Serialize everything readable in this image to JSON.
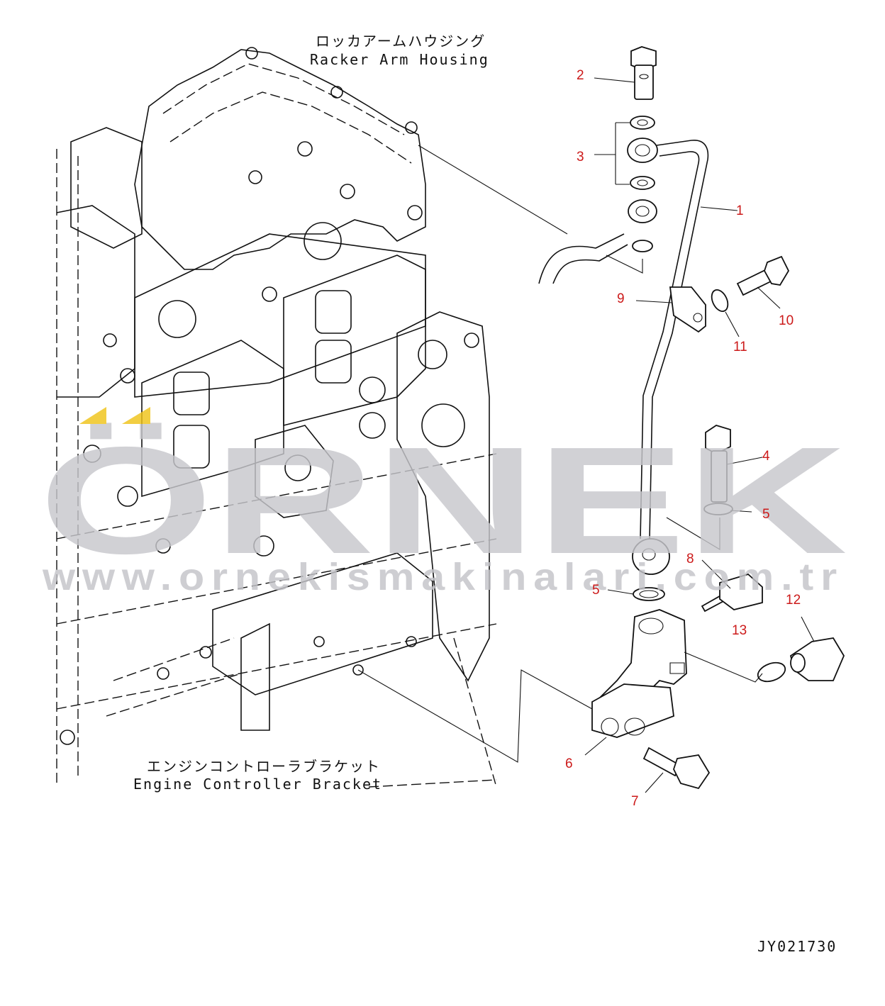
{
  "labels": {
    "rocker_jp": "ロッカアームハウジング",
    "rocker_en": "Racker Arm Housing",
    "bracket_jp": "エンジンコントローラブラケット",
    "bracket_en": "Engine Controller Bracket",
    "drawing_no": "JY021730"
  },
  "watermark": {
    "brand": "ÖRNEK",
    "url": "www.ornekismakinalari.com.tr"
  },
  "callouts": [
    {
      "id": "c1",
      "text": "1"
    },
    {
      "id": "c2",
      "text": "2"
    },
    {
      "id": "c3",
      "text": "3"
    },
    {
      "id": "c4",
      "text": "4"
    },
    {
      "id": "c5a",
      "text": "5"
    },
    {
      "id": "c5b",
      "text": "5"
    },
    {
      "id": "c6",
      "text": "6"
    },
    {
      "id": "c7",
      "text": "7"
    },
    {
      "id": "c8",
      "text": "8"
    },
    {
      "id": "c9",
      "text": "9"
    },
    {
      "id": "c10",
      "text": "10"
    },
    {
      "id": "c11",
      "text": "11"
    },
    {
      "id": "c12",
      "text": "12"
    },
    {
      "id": "c13",
      "text": "13"
    }
  ],
  "colors": {
    "callout": "#cc1a1a",
    "watermark": "#c7c7cc",
    "watermark_accent": "#f0c419",
    "line": "#111111"
  }
}
